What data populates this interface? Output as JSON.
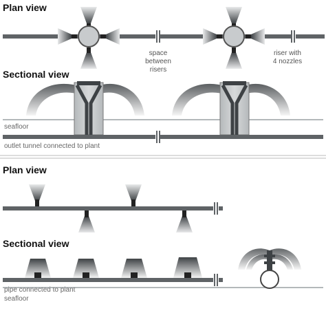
{
  "top": {
    "plan_title": "Plan view",
    "spacing_label": [
      "space",
      "between",
      "risers"
    ],
    "riser_label": [
      "riser with",
      "4 nozzles"
    ],
    "sectional_title": "Sectional view",
    "seafloor_label": "seafloor",
    "tunnel_label": "outlet tunnel connected to plant"
  },
  "bottom": {
    "plan_title": "Plan view",
    "sectional_title": "Sectional view",
    "pipe_label": "pipe connected to plant",
    "seafloor_label": "seafloor"
  },
  "colors": {
    "pipe": "#5f6366",
    "seafloor": "#9aa0a3",
    "riser_fill": "#c8cbcd",
    "plume_dark": "#4a4e51",
    "plume_light": "#ffffff"
  }
}
